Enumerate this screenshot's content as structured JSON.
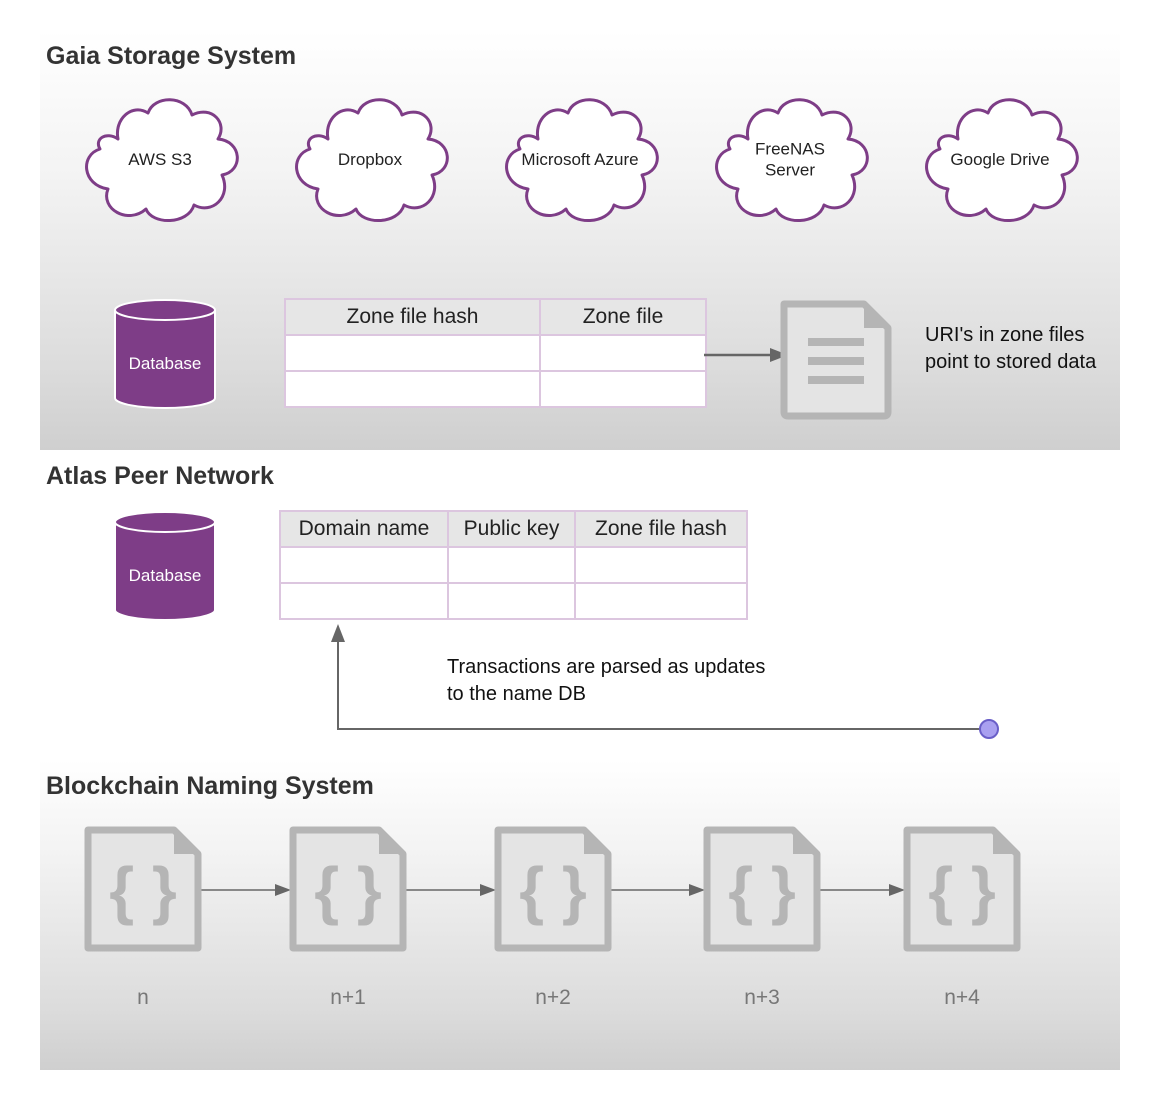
{
  "sections": {
    "gaia": {
      "title": "Gaia Storage System"
    },
    "atlas": {
      "title": "Atlas Peer Network"
    },
    "bns": {
      "title": "Blockchain Naming System"
    }
  },
  "storage_providers": [
    {
      "lines": [
        "AWS S3"
      ]
    },
    {
      "lines": [
        "Dropbox"
      ]
    },
    {
      "lines": [
        "Microsoft Azure"
      ]
    },
    {
      "lines": [
        "FreeNAS",
        "Server"
      ]
    },
    {
      "lines": [
        "Google Drive"
      ]
    }
  ],
  "gaia_db_label": "Database",
  "zone_table": {
    "headers": [
      "Zone file hash",
      "Zone file"
    ],
    "rows": [
      [
        "",
        ""
      ],
      [
        "",
        ""
      ]
    ]
  },
  "zone_file_note": "URI's in zone files point to stored data",
  "atlas_db_label": "Database",
  "name_table": {
    "headers": [
      "Domain name",
      "Public key",
      "Zone file hash"
    ],
    "rows": [
      [
        "",
        "",
        ""
      ],
      [
        "",
        "",
        ""
      ]
    ]
  },
  "transactions_note": "Transactions are parsed as updates to the name DB",
  "blocks": {
    "icon_glyph": "{ }",
    "labels": [
      "n",
      "n+1",
      "n+2",
      "n+3",
      "n+4"
    ]
  },
  "colors": {
    "accent_purple": "#7e3d87",
    "cloud_stroke": "#7e3d87",
    "icon_gray": "#b5b5b5",
    "arrow_gray": "#666666",
    "connector_dot": "#a9a0f0"
  }
}
